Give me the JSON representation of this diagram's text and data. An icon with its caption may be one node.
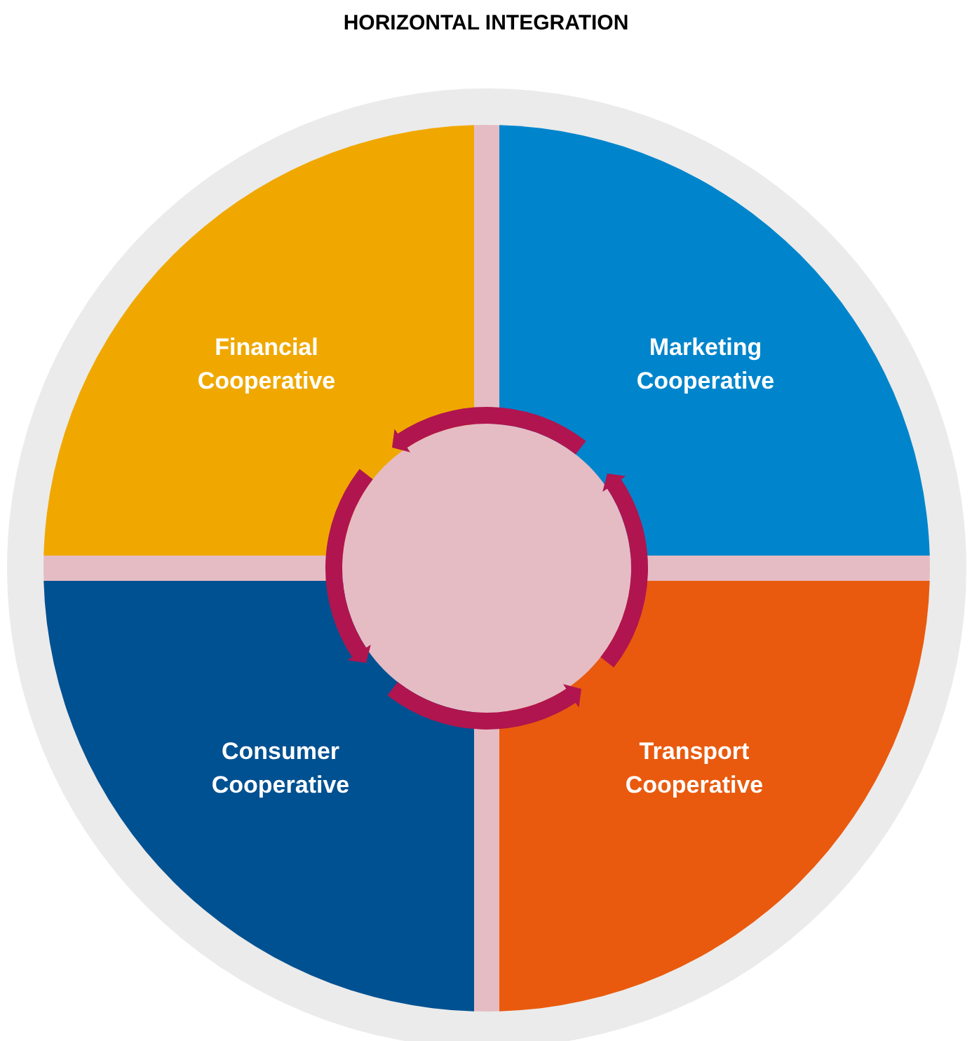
{
  "diagram": {
    "title": "HORIZONTAL INTEGRATION",
    "nodes": [
      {
        "text": [
          "Financial Cooperative"
        ]
      },
      {
        "text": [
          "Marketing Cooperative"
        ]
      },
      {
        "text": [
          "Consumer Cooperative"
        ]
      },
      {
        "text": [
          "Transport Cooperative"
        ]
      }
    ],
    "edges": [
      {
        "from": 1,
        "to": 0,
        "arrow": "to"
      },
      {
        "from": 0,
        "to": 2,
        "arrow": "to"
      },
      {
        "from": 2,
        "to": 3,
        "arrow": "to"
      },
      {
        "from": 3,
        "to": 1,
        "arrow": "to"
      }
    ]
  }
}
